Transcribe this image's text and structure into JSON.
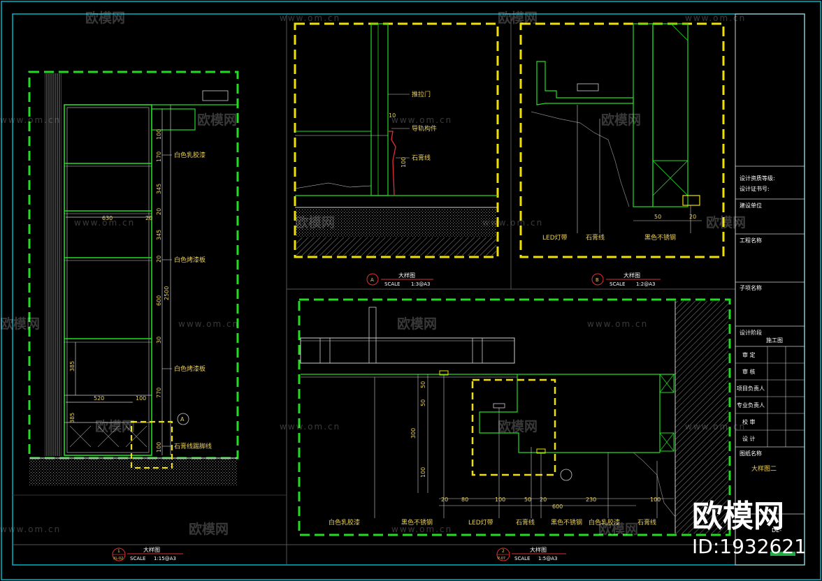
{
  "watermark": {
    "brand": "欧模网",
    "url": "www.om.cn",
    "stamp_brand": "欧模网",
    "stamp_id": "ID:1932621"
  },
  "panel1": {
    "title": "大样图",
    "circle_top": "1",
    "circle_bottom": "XL-02",
    "scale_label": "SCALE",
    "scale_value": "1:15@A3",
    "labels": [
      "白色乳胶漆",
      "白色烤漆板",
      "白色烤漆板",
      "石膏线踢脚线"
    ],
    "dims_v": [
      "100",
      "170",
      "345",
      "20",
      "345",
      "20",
      "600",
      "30",
      "770",
      "100"
    ],
    "dim_total": "2500",
    "dim_385a": "385",
    "dim_385b": "385",
    "dim_630": "630",
    "dim_20": "20",
    "dim_520": "520",
    "dim_100": "100",
    "callout": "A"
  },
  "panelA": {
    "title": "大样图",
    "circle_top": "A",
    "scale_label": "SCALE",
    "scale_value": "1:3@A3",
    "labels": [
      "推拉门",
      "导轨构件",
      "石膏线"
    ],
    "dim_10": "10",
    "dim_100": "100"
  },
  "panelB": {
    "title": "大样图",
    "circle_top": "B",
    "scale_label": "SCALE",
    "scale_value": "1:2@A3",
    "labels": [
      "LED灯带",
      "石膏线",
      "黑色不锈钢"
    ],
    "dim_50": "50",
    "dim_20": "20"
  },
  "panel2": {
    "title": "大样图",
    "circle_top": "2",
    "circle_bottom": "P-07",
    "scale_label": "SCALE",
    "scale_value": "1:5@A3",
    "labels": [
      "白色乳胶漆",
      "黑色不锈钢",
      "LED灯带",
      "石膏线",
      "黑色不锈钢",
      "白色乳胶漆",
      "石膏线"
    ],
    "dims_h": [
      "20",
      "80",
      "100",
      "50",
      "20",
      "230",
      "100"
    ],
    "dim_600": "600",
    "dims_v": [
      "50",
      "50",
      "300",
      "100"
    ]
  },
  "title_block": {
    "row1a": "设计资质等级:",
    "row1b": "设计证书号:",
    "client": "建设单位",
    "project": "工程名称",
    "subitem": "子项名称",
    "stage": "设计阶段",
    "stage_value": "施工图",
    "roles": [
      "审 定",
      "审 核",
      "项目负责人",
      "专业负责人",
      "校 审",
      "设 计"
    ],
    "drawing_name_label": "图纸名称",
    "drawing_name": "大样图二",
    "drawing_no": "DE-"
  }
}
